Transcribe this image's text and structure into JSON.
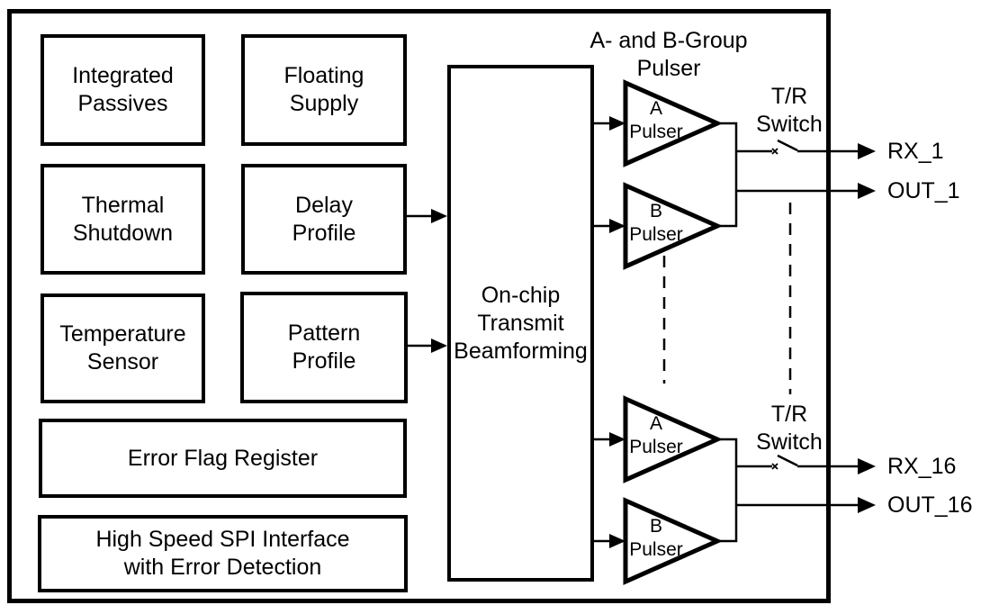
{
  "chip": {
    "boxes": [
      {
        "name": "integrated-passives",
        "lines": [
          "Integrated",
          "Passives"
        ]
      },
      {
        "name": "floating-supply",
        "lines": [
          "Floating",
          "Supply"
        ]
      },
      {
        "name": "thermal-shutdown",
        "lines": [
          "Thermal",
          "Shutdown"
        ]
      },
      {
        "name": "delay-profile",
        "lines": [
          "Delay",
          "Profile"
        ]
      },
      {
        "name": "temperature-sensor",
        "lines": [
          "Temperature",
          "Sensor"
        ]
      },
      {
        "name": "pattern-profile",
        "lines": [
          "Pattern",
          "Profile"
        ]
      },
      {
        "name": "error-flag-register",
        "lines": [
          "Error Flag Register"
        ]
      },
      {
        "name": "spi-interface",
        "lines": [
          "High Speed SPI Interface",
          "with Error Detection"
        ]
      },
      {
        "name": "beamforming",
        "lines": [
          "On-chip",
          "Transmit",
          "Beamforming"
        ]
      }
    ],
    "pulser_group_heading": {
      "lines": [
        "A- and B-Group",
        "Pulser"
      ]
    },
    "pulsers": [
      {
        "name": "a-pulser-channel-1",
        "lines": [
          "A",
          "Pulser"
        ]
      },
      {
        "name": "b-pulser-channel-1",
        "lines": [
          "B",
          "Pulser"
        ]
      },
      {
        "name": "a-pulser-channel-16",
        "lines": [
          "A",
          "Pulser"
        ]
      },
      {
        "name": "b-pulser-channel-16",
        "lines": [
          "B",
          "Pulser"
        ]
      }
    ],
    "tr_switches": [
      {
        "lines": [
          "T/R",
          "Switch"
        ]
      },
      {
        "lines": [
          "T/R",
          "Switch"
        ]
      }
    ],
    "ports": [
      {
        "label": "RX_1"
      },
      {
        "label": "OUT_1"
      },
      {
        "label": "RX_16"
      },
      {
        "label": "OUT_16"
      }
    ],
    "colors": {
      "line": "#000000",
      "background": "#ffffff"
    }
  }
}
